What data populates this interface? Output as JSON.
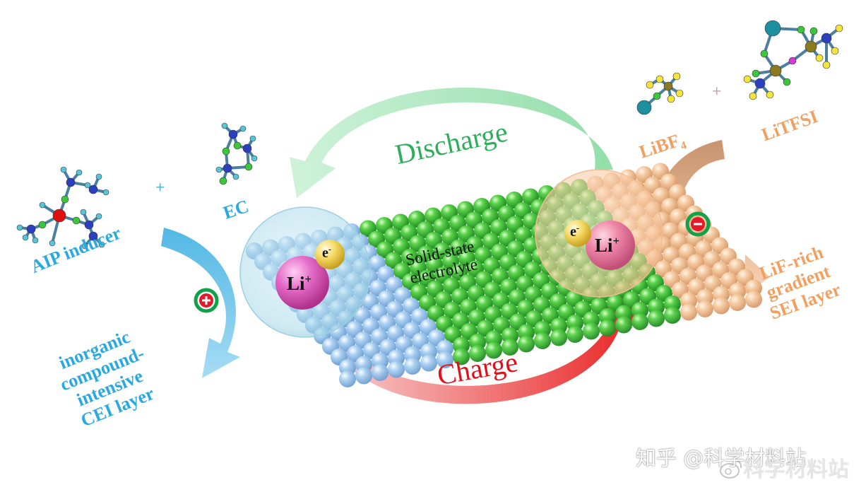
{
  "left": {
    "inducer_label": "AIP inducer",
    "plus": "+",
    "ec_label": "EC",
    "cei_lines": [
      "inorganic",
      "compound-",
      "intensive",
      "CEI layer"
    ],
    "electrode_sign": "+",
    "li_symbol": "Li",
    "li_charge": "+",
    "electron_symbol": "e",
    "electron_charge": "-"
  },
  "center": {
    "electrolyte_lines": [
      "Solid-state",
      "electrolyte"
    ],
    "discharge_label": "Discharge",
    "charge_label": "Charge"
  },
  "right": {
    "libf4_main": "LiBF",
    "libf4_sub": "4",
    "plus": "+",
    "litfsi_label": "LiTFSI",
    "sei_lines": [
      "LiF-rich",
      "gradient",
      "SEI layer"
    ],
    "electrode_sign": "−",
    "li_symbol": "Li",
    "li_charge": "+",
    "electron_symbol": "e",
    "electron_charge": "-"
  },
  "watermark": {
    "primary": "知乎 @科学材料站",
    "secondary": "科学材料站",
    "weibo_icon": "weibo-icon"
  },
  "colors": {
    "blue_label": "#29a9e0",
    "orange_label": "#f0a060",
    "discharge_green": "#2eae5a",
    "charge_red": "#e0101a",
    "electrolyte_sphere": "#36c23c",
    "cathode_sphere": "#9cc6ee",
    "anode_sphere": "#f2c49a",
    "li_ion": "#e46cc8",
    "electron": "#f4d860",
    "sign_ring": "#12a04a",
    "sign_mark": "#e11b2a"
  }
}
